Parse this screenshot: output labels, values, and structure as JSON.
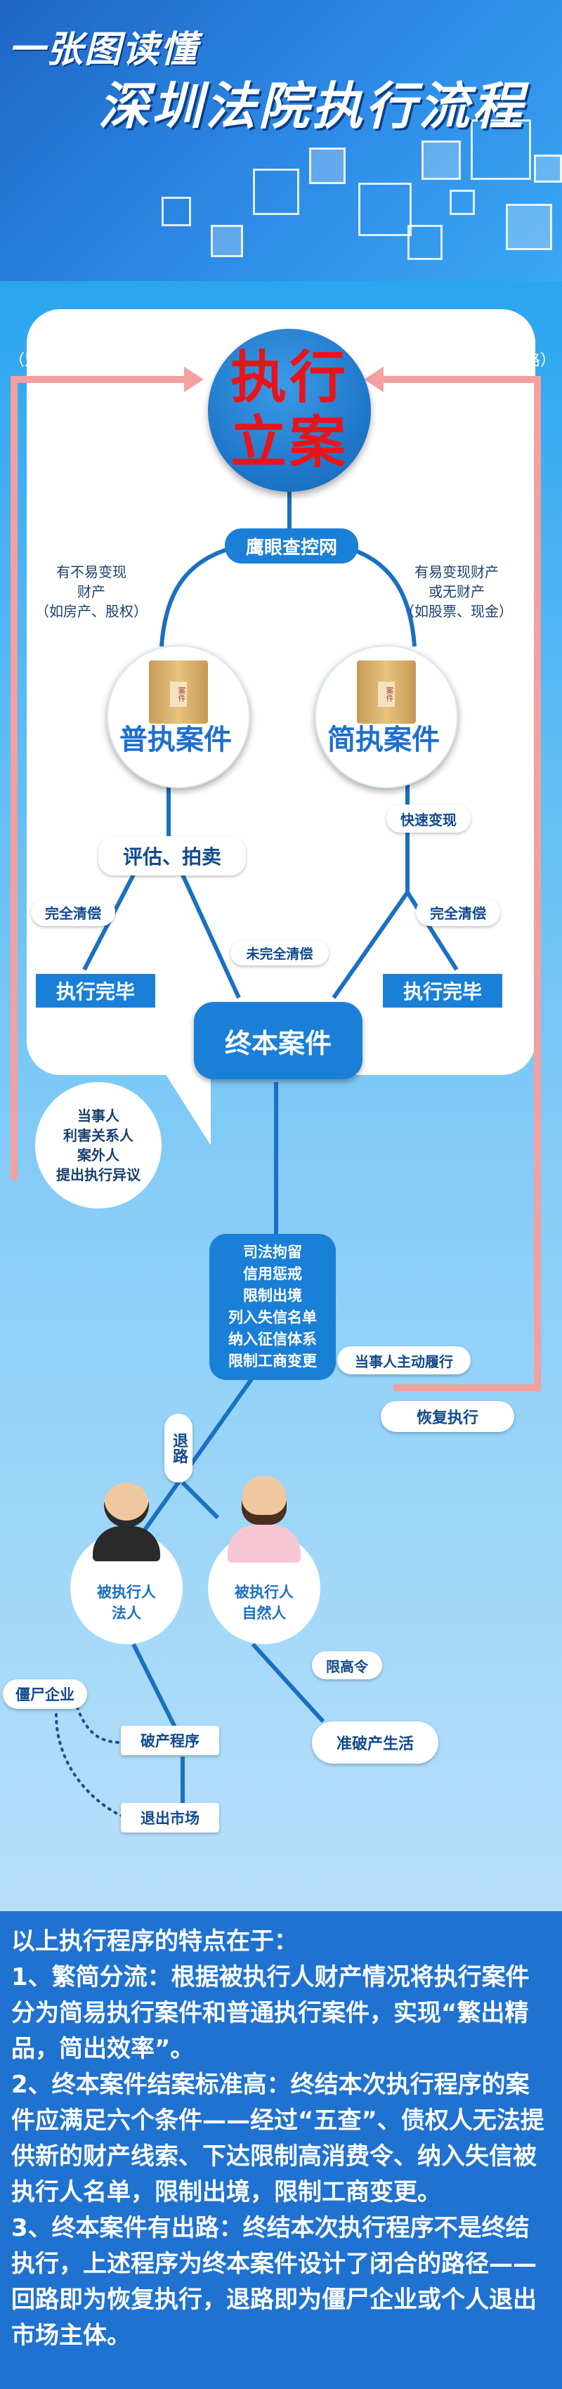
{
  "header": {
    "subtitle": "一张图读懂",
    "title": "深圳法院执行流程"
  },
  "flow": {
    "start": {
      "line1": "执行",
      "line2": "立案"
    },
    "monitor_label": "（监督）",
    "return_label": "（回路）",
    "network": "鹰眼查控网",
    "left_condition": [
      "有不易变现",
      "财产",
      "（如房产、股权）"
    ],
    "right_condition": [
      "有易变现财产",
      "或无财产",
      "（如股票、现金）"
    ],
    "box_text": "案件",
    "general_case": "普执案件",
    "simple_case": "简执案件",
    "appraisal": "评估、拍卖",
    "fast_realize": "快速变现",
    "full_settle_left": "完全清偿",
    "full_settle_right": "完全清偿",
    "partial_settle": "未完全清偿",
    "done_left": "执行完毕",
    "done_right": "执行完毕",
    "final_case": "终本案件",
    "objection": [
      "当事人",
      "利害关系人",
      "案外人",
      "提出执行异议"
    ],
    "measures": [
      "司法拘留",
      "信用惩戒",
      "限制出境",
      "列入失信名单",
      "纳入征信体系",
      "限制工商变更"
    ],
    "voluntary": "当事人主动履行",
    "resume": "恢复执行",
    "exit_path": "退路",
    "entity": [
      "被执行人",
      "法人"
    ],
    "individual": [
      "被执行人",
      "自然人"
    ],
    "zombie": "僵尸企业",
    "bankruptcy": "破产程序",
    "exit_market": "退出市场",
    "restrict_high": "限高令",
    "quasi_bankrupt": "准破产生活"
  },
  "notes": {
    "intro": "以上执行程序的特点在于：",
    "p1": "1、繁简分流：根据被执行人财产情况将执行案件分为简易执行案件和普通执行案件，实现“繁出精品，简出效率”。",
    "p2": "2、终本案件结案标准高：终结本次执行程序的案件应满足六个条件——经过“五查”、债权人无法提供新的财产线索、下达限制高消费令、纳入失信被执行人名单，限制出境，限制工商变更。",
    "p3": "3、终本案件有出路：终结本次执行程序不是终结执行，上述程序为终本案件设计了闭合的路径——回路即为恢复执行，退路即为僵尸企业或个人退出市场主体。"
  },
  "colors": {
    "primary": "#1a7fd6",
    "accent_red": "#e8141a",
    "loop_pink": "#f2a0a0"
  }
}
